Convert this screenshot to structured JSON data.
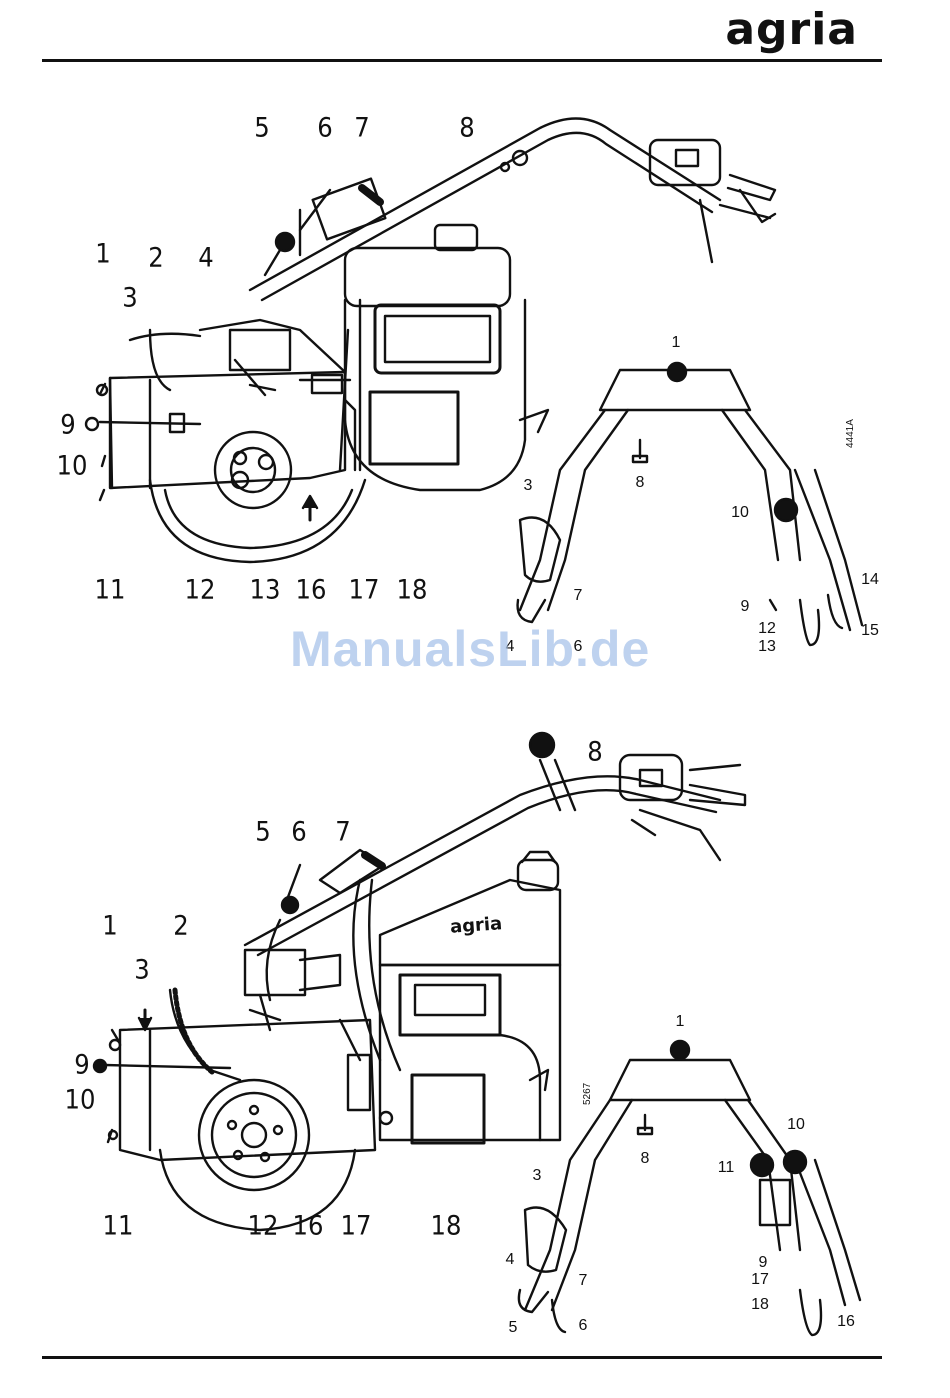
{
  "brand": "agria",
  "watermark": "ManualsLib.de",
  "top": {
    "code": "4441A",
    "main_labels": [
      "1",
      "2",
      "3",
      "4",
      "5",
      "6",
      "7",
      "8",
      "9",
      "10",
      "11",
      "12",
      "13",
      "16",
      "17",
      "18"
    ],
    "handle_labels": [
      "1",
      "3",
      "4",
      "7",
      "6",
      "8",
      "9",
      "10",
      "12",
      "13",
      "14",
      "15"
    ]
  },
  "bottom": {
    "code": "5267",
    "main_labels": [
      "1",
      "2",
      "3",
      "5",
      "6",
      "7",
      "8",
      "9",
      "10",
      "11",
      "12",
      "16",
      "17",
      "18"
    ],
    "tank_text": "agria",
    "handle_labels": [
      "1",
      "3",
      "4",
      "5",
      "6",
      "7",
      "8",
      "9",
      "10",
      "11",
      "16",
      "17",
      "18"
    ]
  }
}
